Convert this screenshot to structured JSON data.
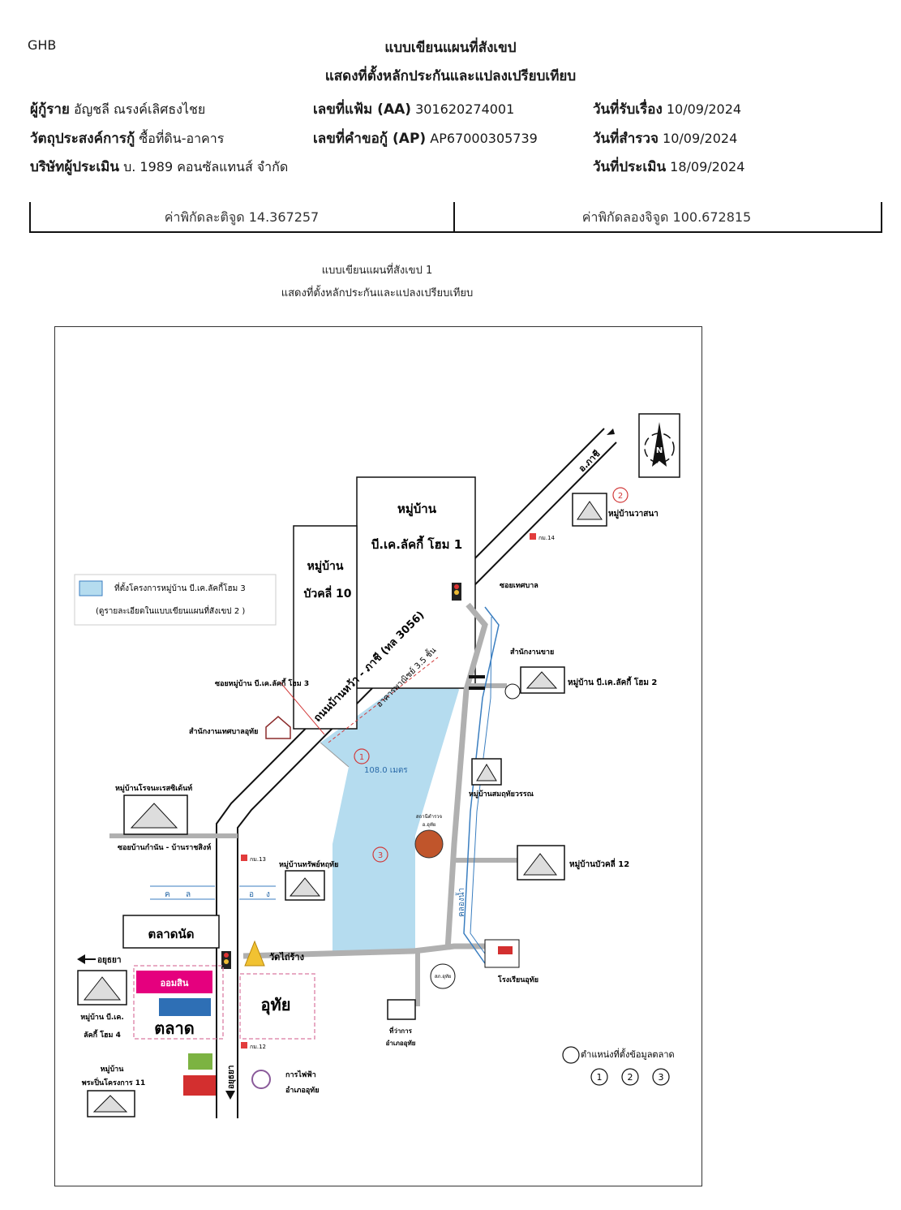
{
  "header": {
    "code": "GHB",
    "title_line1": "แบบเขียนแผนที่สังเขป",
    "title_line2": "แสดงที่ตั้งหลักประกันและแปลงเปรียบเทียบ"
  },
  "info": {
    "borrower_label": "ผู้กู้ราย",
    "borrower_value": "อัญชลี ณรงค์เลิศธงไชย",
    "purpose_label": "วัตถุประสงค์การกู้",
    "purpose_value": "ซื้อที่ดิน-อาคาร",
    "appraiser_label": "บริษัทผู้ประเมิน",
    "appraiser_value": "บ. 1989 คอนซัลแทนส์ จำกัด",
    "file_label": "เลขที่แฟ้ม (AA)",
    "file_value": "301620274001",
    "request_label": "เลขที่คำขอกู้ (AP)",
    "request_value": "AP67000305739",
    "received_label": "วันที่รับเรื่อง",
    "received_value": "10/09/2024",
    "survey_label": "วันที่สำรวจ",
    "survey_value": "10/09/2024",
    "appraise_label": "วันที่ประเมิน",
    "appraise_value": "18/09/2024"
  },
  "coords": {
    "lat_text": "ค่าพิกัดละติจูด 14.367257",
    "lon_text": "ค่าพิกัดลองจิจูด 100.672815"
  },
  "map": {
    "title_line1": "แบบเขียนแผนที่สังเขป 1",
    "title_line2": "แสดงที่ตั้งหลักประกันและแปลงเปรียบเทียบ",
    "road_main": "ถนนบ้านหว้า - ภาชี (ทล 3056)",
    "to_phachi": "อ.ภาชี",
    "to_ayutthaya_top": "อยุธยา",
    "to_ayutthaya_bottom": "อยุธยา",
    "frontage": "อาคารพาณิชย์ 3.5 ชั้น",
    "distance": "108.0 เมตร",
    "village_bk1_line1": "หมู่บ้าน",
    "village_bk1_line2": "บี.เค.ลัคกี้ โฮม 1",
    "village_bc10_line1": "หมู่บ้าน",
    "village_bc10_line2": "บัวคลี่ 10",
    "legend_text1": "ที่ตั้งโครงการหมู่บ้าน บี.เค.ลัคกี้โฮม 3",
    "legend_text2": "(ดูรายละเอียดในแบบเขียนแผนที่สังเขป 2 )",
    "soi_bk3": "ซอยหมู่บ้าน บี.เค.ลัคกี้ โฮม 3",
    "municipal_office": "สำนักงานเทศบาลอุทัย",
    "soi_municipal": "ซอยเทศบาล",
    "office_sai": "สำนักงานขาย",
    "village_bk2": "หมู่บ้าน บี.เค.ลัคกี้ โฮม 2",
    "village_wasana": "หมู่บ้านวาสนา",
    "km14": "กม.14",
    "km13": "กม.13",
    "km12": "กม.12",
    "village_rojana": "หมู่บ้านโรจนะเรสซิเด้นท์",
    "soi_kamnan": "ซอยบ้านกำนัน - บ้านราชสิงห์",
    "village_sap": "หมู่บ้านทรัพย์หฤทัย",
    "village_somrit": "หมู่บ้านสมฤทัยวรรณ",
    "village_bc12": "หมู่บ้านบัวคลี่ 12",
    "canal_h_1": "ค",
    "canal_h_2": "ล",
    "canal_h_3": "อ",
    "canal_h_4": "ง",
    "canal_v": "คลองน้ำ",
    "market_nat": "ตลาดนัด",
    "wat": "วัดไถ่ร้าง",
    "uthai": "อุทัย",
    "market": "ตลาด",
    "gsb": "ออมสิน",
    "police": "สภ.อุทัย",
    "district_office_1": "ที่ว่าการ",
    "district_office_2": "อำเภออุทัย",
    "school": "โรงเรียนอุทัย",
    "pea_1": "การไฟฟ้า",
    "pea_2": "อำเภออุทัย",
    "village_bk4_line1": "หมู่บ้าน บี.เค.",
    "village_bk4_line2": "ลัคกี้ โฮม 4",
    "village_phrakrit_line1": "หมู่บ้าน",
    "village_phrakrit_line2": "พระปิ่นโครงการ 11",
    "district_sign_1": "สถานีตำรวจ",
    "district_sign_2": "อ.อุทัย",
    "north": "N",
    "marker_1": "1",
    "marker_2": "2",
    "marker_3": "3",
    "legend_market_label": "ตำแหน่งที่ตั้งข้อมูลตลาด",
    "legend_num_1": "1",
    "legend_num_2": "2",
    "legend_num_3": "3"
  },
  "colors": {
    "project_fill": "#b5dcef",
    "road_gray": "#b0b0b0",
    "canal_blue": "#3a7ec0",
    "marker_red": "#d23b3b",
    "km_red": "#e23c3c"
  }
}
